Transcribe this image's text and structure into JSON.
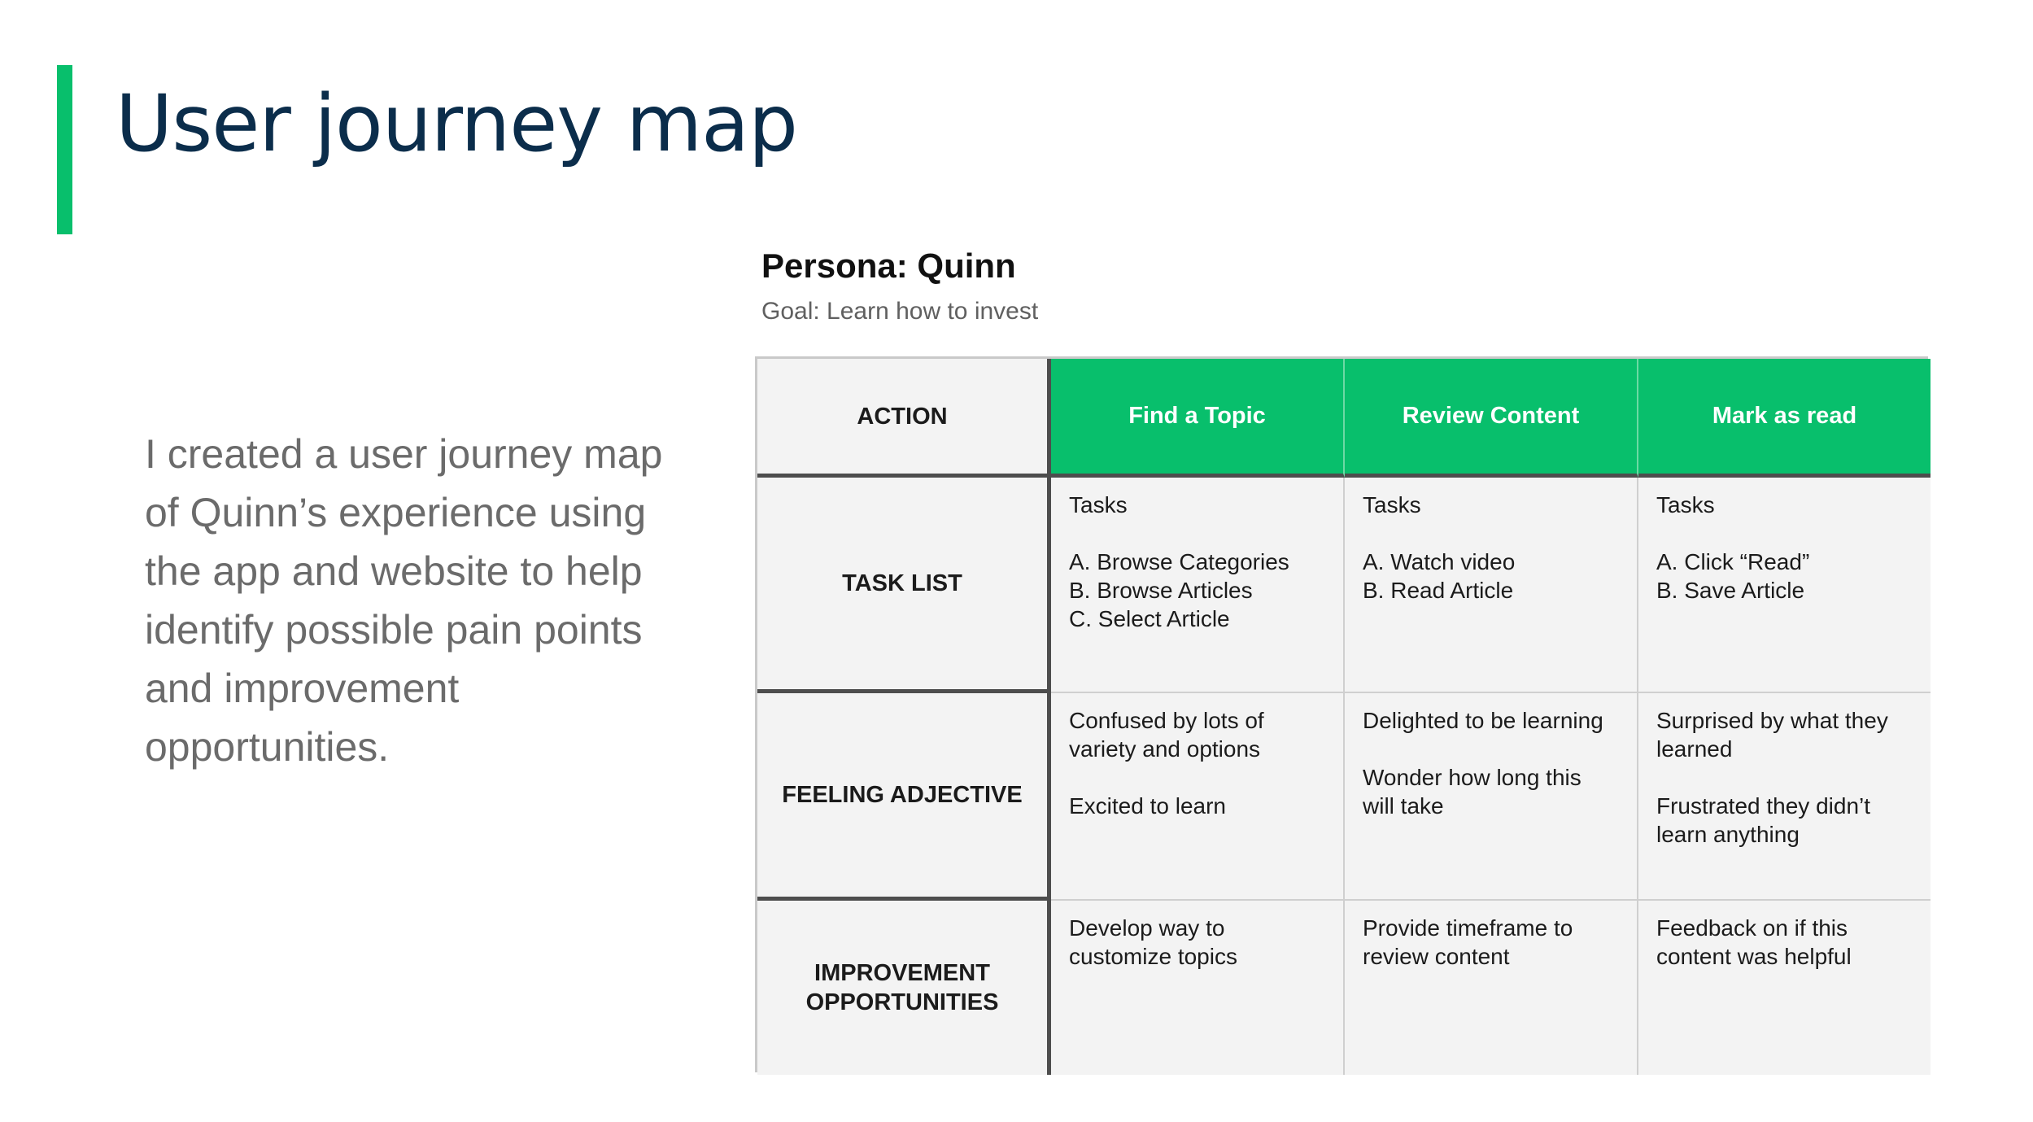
{
  "slide": {
    "title": "User journey map",
    "description": "I created a user journey map of Quinn’s experience using the app and website to help identify possible pain points and improvement opportunities.",
    "accent_color": "#08bf6c",
    "title_color": "#0b2d4b"
  },
  "persona": {
    "name": "Persona: Quinn",
    "goal": "Goal: Learn how to invest"
  },
  "journey_table": {
    "header_label": "ACTION",
    "header_color": "#08bf6c",
    "stages": [
      "Find a Topic",
      "Review Content",
      "Mark as read"
    ],
    "rows": [
      {
        "label": "TASK LIST",
        "cells": [
          "Tasks\n\nA. Browse Categories\nB. Browse Articles\nC. Select Article",
          "Tasks\n\nA. Watch video\nB. Read Article",
          "Tasks\n\nA. Click “Read”\nB. Save Article"
        ]
      },
      {
        "label": "FEELING ADJECTIVE",
        "cells": [
          "Confused by lots of\nvariety and options\n\nExcited to learn",
          "Delighted to be learning\n\nWonder how long this\nwill take",
          "Surprised by what they\nlearned\n\nFrustrated they didn’t\nlearn anything"
        ]
      },
      {
        "label": "IMPROVEMENT\nOPPORTUNITIES",
        "cells": [
          "Develop way to\ncustomize topics",
          "Provide timeframe to\nreview content",
          "Feedback on if this\ncontent was helpful"
        ]
      }
    ]
  }
}
